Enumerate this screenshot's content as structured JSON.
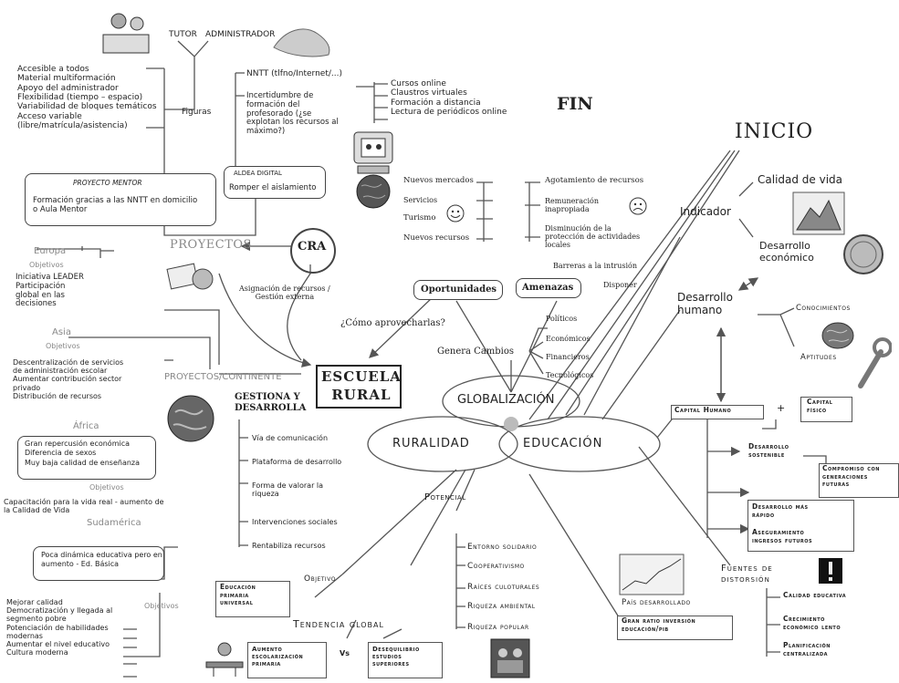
{
  "top": {
    "tutor": "TUTOR",
    "administrador": "ADMINISTRADOR",
    "figuras": "Figuras",
    "fin": "FIN",
    "inicio": "INICIO"
  },
  "left_list": [
    "Accesible a todos",
    "Material multiformación",
    "Apoyo del administrador",
    "Flexibilidad (tiempo – espacio)",
    "Variabilidad de bloques temáticos",
    "Acceso variable",
    "(libre/matrícula/asistencia)"
  ],
  "nntt": {
    "line1": "NNTT (tlfno/Internet/...)",
    "incertidumbre": "Incertidumbre de\nformación del\nprofesorado (¿se\nexplotan los recursos al\nmáximo?)",
    "items": [
      "Cursos online",
      "Claustros virtuales",
      "Formación a distancia",
      "Lectura de periódicos online"
    ]
  },
  "proyecto_mentor": {
    "title": "PROYECTO MENTOR",
    "text": "Formación gracias a las NNTT en domicilio\no Aula Mentor"
  },
  "aldea": {
    "title": "ALDEA DIGITAL",
    "text": "Romper el aislamiento"
  },
  "proyectos": "PROYECTOS",
  "cra": "CRA",
  "asignacion": "Asignación de recursos /\nGestión externa",
  "como": "¿Cómo aprovecharlas?",
  "oportunidades": {
    "label": "Oportunidades",
    "items": [
      "Nuevos mercados",
      "Servicios",
      "Turismo",
      "Nuevos recursos"
    ]
  },
  "amenazas": {
    "label": "Amenazas",
    "items": [
      "Agotamiento de recursos",
      "Remuneración\ninapropiada",
      "Disminución de la\nprotección de actividades\nlocales",
      "Barreras a la intrusión"
    ],
    "disponer": "Disponer"
  },
  "genera": {
    "label": "Genera Cambios",
    "items": [
      "Políticos",
      "Económicos",
      "Financieros",
      "Tecnológicos"
    ]
  },
  "europa": {
    "title": "Europa",
    "objetivos": "Objetivos",
    "text": "Iniciativa LEADER\nParticipación\nglobal en las\ndecisiones"
  },
  "asia": {
    "title": "Asia",
    "objetivos": "Objetivos",
    "text": "Descentralización de servicios\nde administración escolar\nAumentar contribución sector\nprivado\nDistribución de recursos"
  },
  "proyectos_continente": "PROYECTOS/CONTINENTE",
  "escuela_rural": "ESCUELA\nRURAL",
  "gestiona": "GESTIONA Y\nDESARROLLA",
  "gestiona_items": [
    "Vía de comunicación",
    "Plataforma de desarrollo",
    "Forma de valorar la\nriqueza",
    "Intervenciones sociales",
    "Rentabiliza recursos"
  ],
  "africa": {
    "title": "África",
    "box": "Gran repercusión económica\nDiferencia de sexos\nMuy baja calidad de enseñanza",
    "objetivos": "Objetivos",
    "text": "Capacitación para la vida real - aumento de\nla Calidad de Vida"
  },
  "sudamerica": {
    "title": "Sudamérica",
    "box": "Poca dinámica educativa pero en\naumento - Ed. Básica",
    "objetivos": "Objetivos",
    "items": [
      "Mejorar calidad",
      "Democratización y llegada al",
      "segmento pobre",
      "Potenciación de habilidades",
      "modernas",
      "Aumentar el nivel educativo",
      "Cultura moderna"
    ]
  },
  "globalizacion": "GLOBALIZACIÓN",
  "ruralidad": "RURALIDAD",
  "educacion": "EDUCACIÓN",
  "potencial": {
    "label": "Potencial",
    "items": [
      "Entorno solidario",
      "Cooperativismo",
      "Raíces culoturales",
      "Riqueza ambiental",
      "Riqueza popular"
    ]
  },
  "objetivo": "Objetivo",
  "educacion_primaria": "Educación\nprimaria\nuniversal",
  "tendencia": "Tendencia global",
  "aumento": "Aumento\nescolarización\nprimaria",
  "vs": "Vs",
  "desequilibrio": "Desequilibrio\nestudios\nsuperiores",
  "pais": "País desarrollado",
  "gran_ratio": "Gran ratio inversión\neducación/pib",
  "calidad_vida": "Calidad de vida",
  "indicador": "Indicador",
  "desarrollo_economico": "Desarrollo\neconómico",
  "desarrollo_humano": "Desarrollo\nhumano",
  "conocimientos": "Conocimientos",
  "aptitudes": "Aptitudes",
  "capital_humano": "Capital Humano",
  "plus": "+",
  "capital_fisico": "Capital\nfísico",
  "desarrollo_sostenible": "Desarrollo\nsostenible",
  "compromiso": "Compromiso con\ngeneraciones\nfuturas",
  "desarrollo_rapido": "Desarrollo más\nrápido",
  "aseguramiento": "Aseguramiento\ningresos futuros",
  "fuentes": "Fuentes de\ndistorsión",
  "fuentes_items": [
    "Calidad educativa",
    "Crecimiento\neconómico lento",
    "Planificación\ncentralizada"
  ],
  "colors": {
    "ink": "#111111",
    "line": "#555555",
    "grey_text": "#8a8a8a"
  }
}
